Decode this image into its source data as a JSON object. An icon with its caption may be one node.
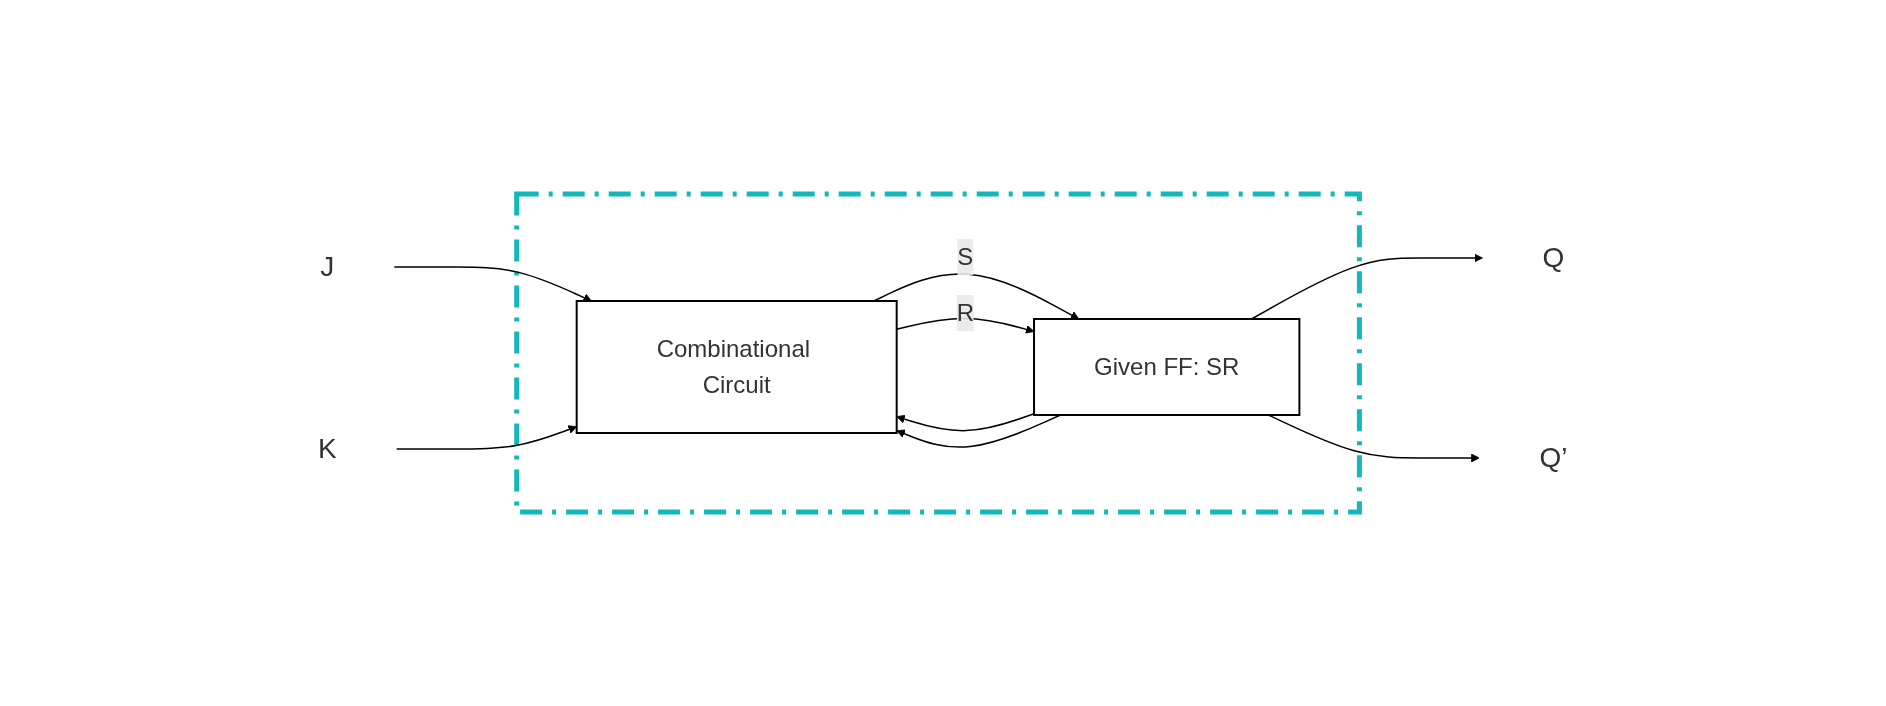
{
  "diagram": {
    "nodes": [
      {
        "text": [],
        "shape": "box"
      },
      {
        "text": [
          "J"
        ]
      },
      {
        "text": [
          "K"
        ]
      },
      {
        "text": [
          "Combinational Circuit"
        ],
        "in": 0
      },
      {
        "text": [
          "Given FF: SR"
        ],
        "in": 0
      },
      {
        "text": [
          "Q"
        ]
      },
      {
        "text": [
          "Q’"
        ]
      }
    ],
    "edges": [
      {
        "from": 1,
        "to": 3,
        "arrow": "to"
      },
      {
        "from": 2,
        "to": 3,
        "arrow": "to"
      },
      {
        "from": 3,
        "to": 4,
        "arrow": "to",
        "label": "S"
      },
      {
        "from": 3,
        "to": 4,
        "arrow": "to",
        "label": "R"
      },
      {
        "from": 4,
        "to": 5,
        "arrow": "to"
      },
      {
        "from": 4,
        "to": 6,
        "arrow": "to"
      },
      {
        "from": 4,
        "to": 3,
        "arrow": "to"
      },
      {
        "from": 4,
        "to": 3,
        "arrow": "to"
      }
    ]
  }
}
